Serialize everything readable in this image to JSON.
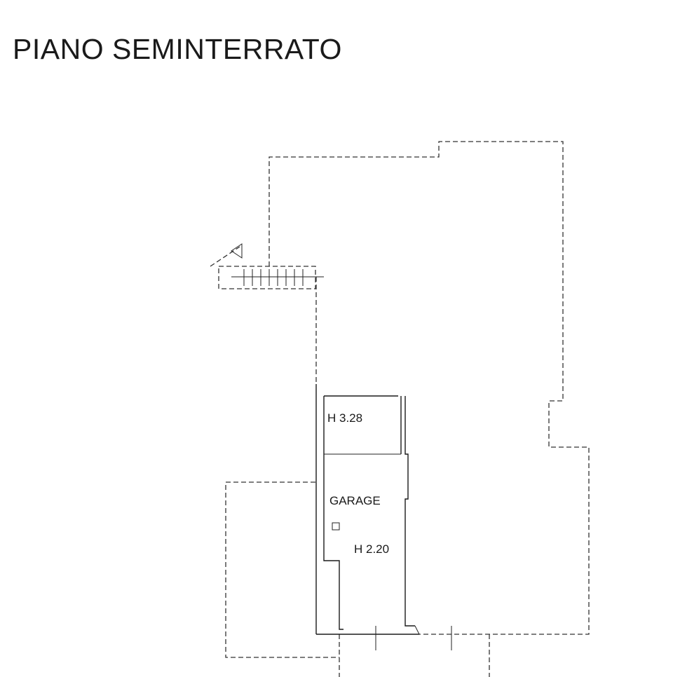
{
  "title": "PIANO SEMINTERRATO",
  "rooms": {
    "upper": {
      "height_label": "H 3.28"
    },
    "garage": {
      "name": "GARAGE",
      "height_label": "H 2.20"
    }
  }
}
